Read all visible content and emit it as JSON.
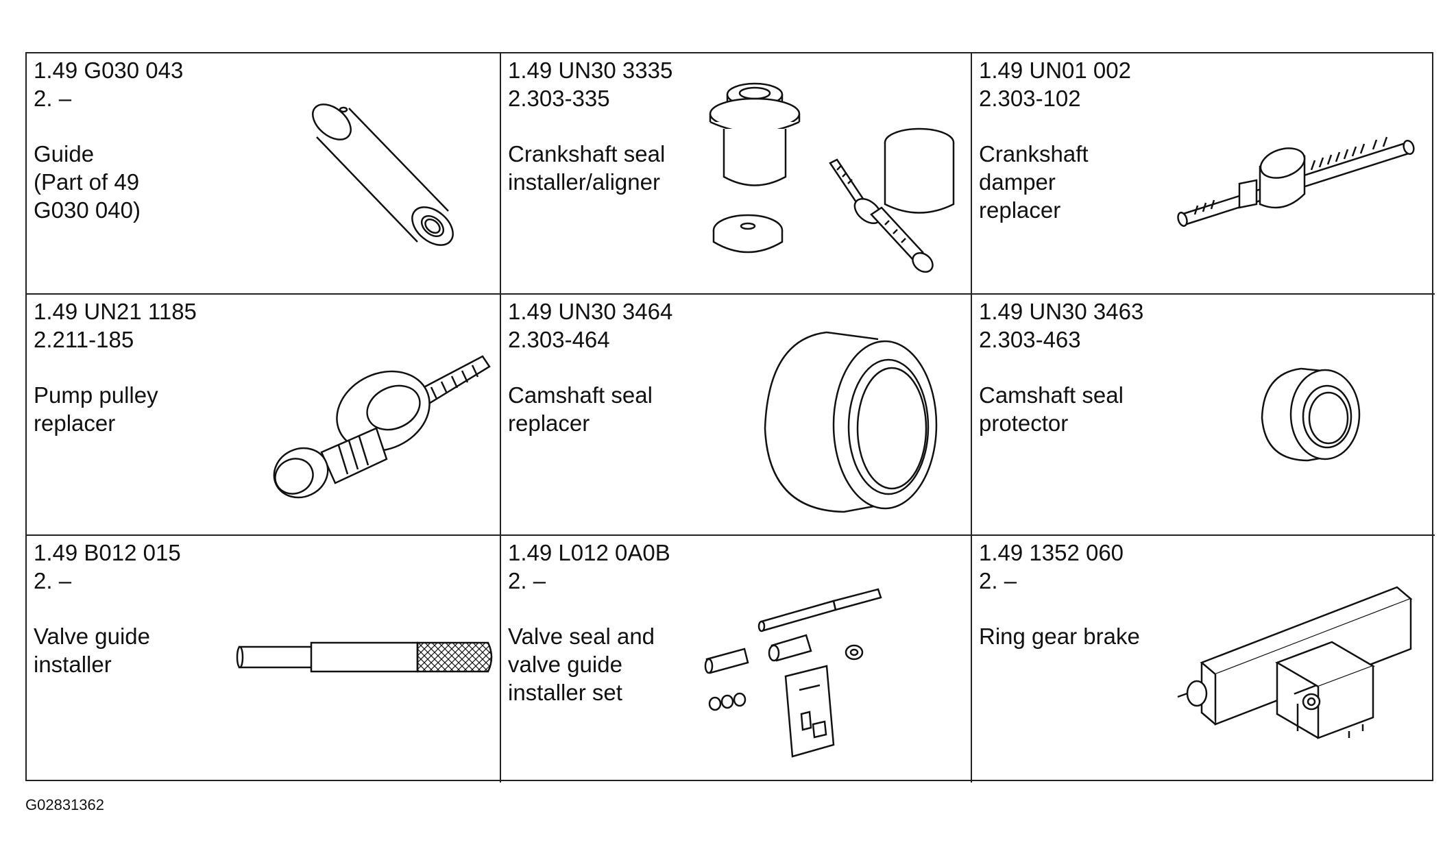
{
  "tools": [
    {
      "part1": "1.49 G030 043",
      "part2": "2. –",
      "desc": "Guide\n (Part of 49\nG030 040)",
      "icon": "guide-icon"
    },
    {
      "part1": "1.49 UN30 3335",
      "part2": "2.303-335",
      "desc": "Crankshaft seal\ninstaller/aligner",
      "icon": "seal-installer-aligner-icon"
    },
    {
      "part1": "1.49 UN01 002",
      "part2": "2.303-102",
      "desc": "Crankshaft\ndamper\nreplacer",
      "icon": "damper-replacer-icon"
    },
    {
      "part1": "1.49 UN21 1185",
      "part2": "2.211-185",
      "desc": "Pump pulley\nreplacer",
      "icon": "pulley-replacer-icon"
    },
    {
      "part1": "1.49 UN30 3464",
      "part2": "2.303-464",
      "desc": "Camshaft seal\nreplacer",
      "icon": "camshaft-seal-replacer-icon"
    },
    {
      "part1": "1.49 UN30 3463",
      "part2": "2.303-463",
      "desc": "Camshaft seal\nprotector",
      "icon": "camshaft-seal-protector-icon"
    },
    {
      "part1": "1.49 B012 015",
      "part2": "2. –",
      "desc": "Valve guide\ninstaller",
      "icon": "valve-guide-installer-icon"
    },
    {
      "part1": "1.49 L012 0A0B",
      "part2": "2. –",
      "desc": "Valve seal and\nvalve guide\ninstaller set",
      "icon": "valve-seal-installer-set-icon"
    },
    {
      "part1": "1.49 1352 060",
      "part2": "2. –",
      "desc": "Ring gear brake",
      "icon": "ring-gear-brake-icon"
    }
  ],
  "figure_id": "G02831362"
}
